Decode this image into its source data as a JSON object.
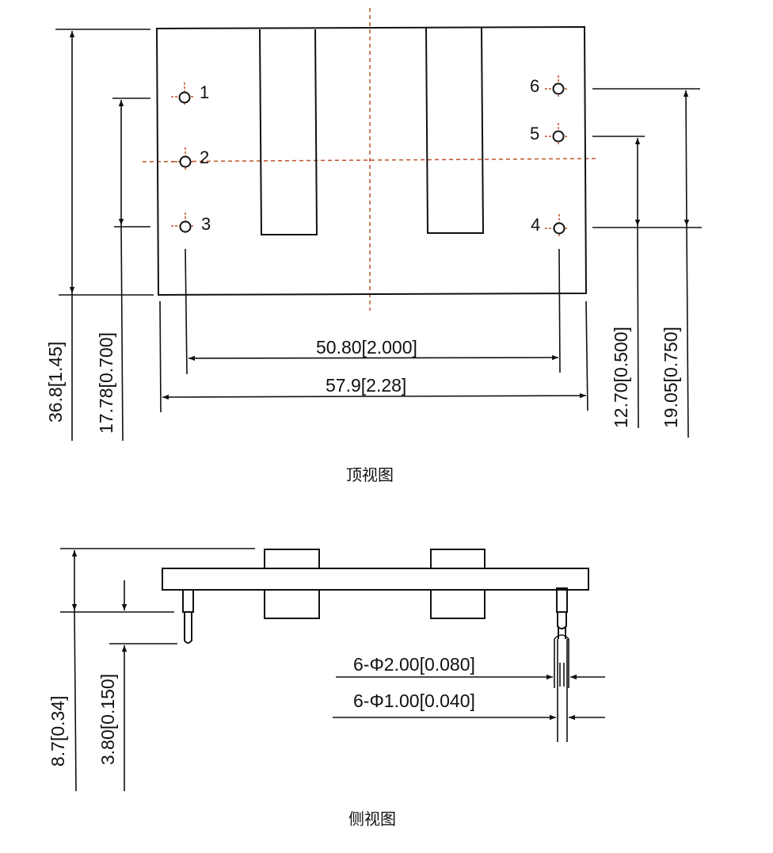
{
  "top_view": {
    "caption": "顶视图",
    "pin_labels": [
      "1",
      "2",
      "3",
      "4",
      "5",
      "6"
    ],
    "dim_height": "36.8[1.45]",
    "dim_pin_span_left": "17.78[0.700]",
    "dim_pin_pitch_lr": "50.80[2.000]",
    "dim_width": "57.9[2.28]",
    "dim_right_pins_45": "12.70[0.500]",
    "dim_right_pins_46": "19.05[0.750]"
  },
  "side_view": {
    "caption": "侧视图",
    "dim_total_height": "8.7[0.34]",
    "dim_pin_length": "3.80[0.150]",
    "dim_pin_shoulder_dia": "6-Φ2.00[0.080]",
    "dim_pin_dia": "6-Φ1.00[0.040]"
  },
  "colors": {
    "line": "#111111",
    "centerline": "#c0522a"
  }
}
